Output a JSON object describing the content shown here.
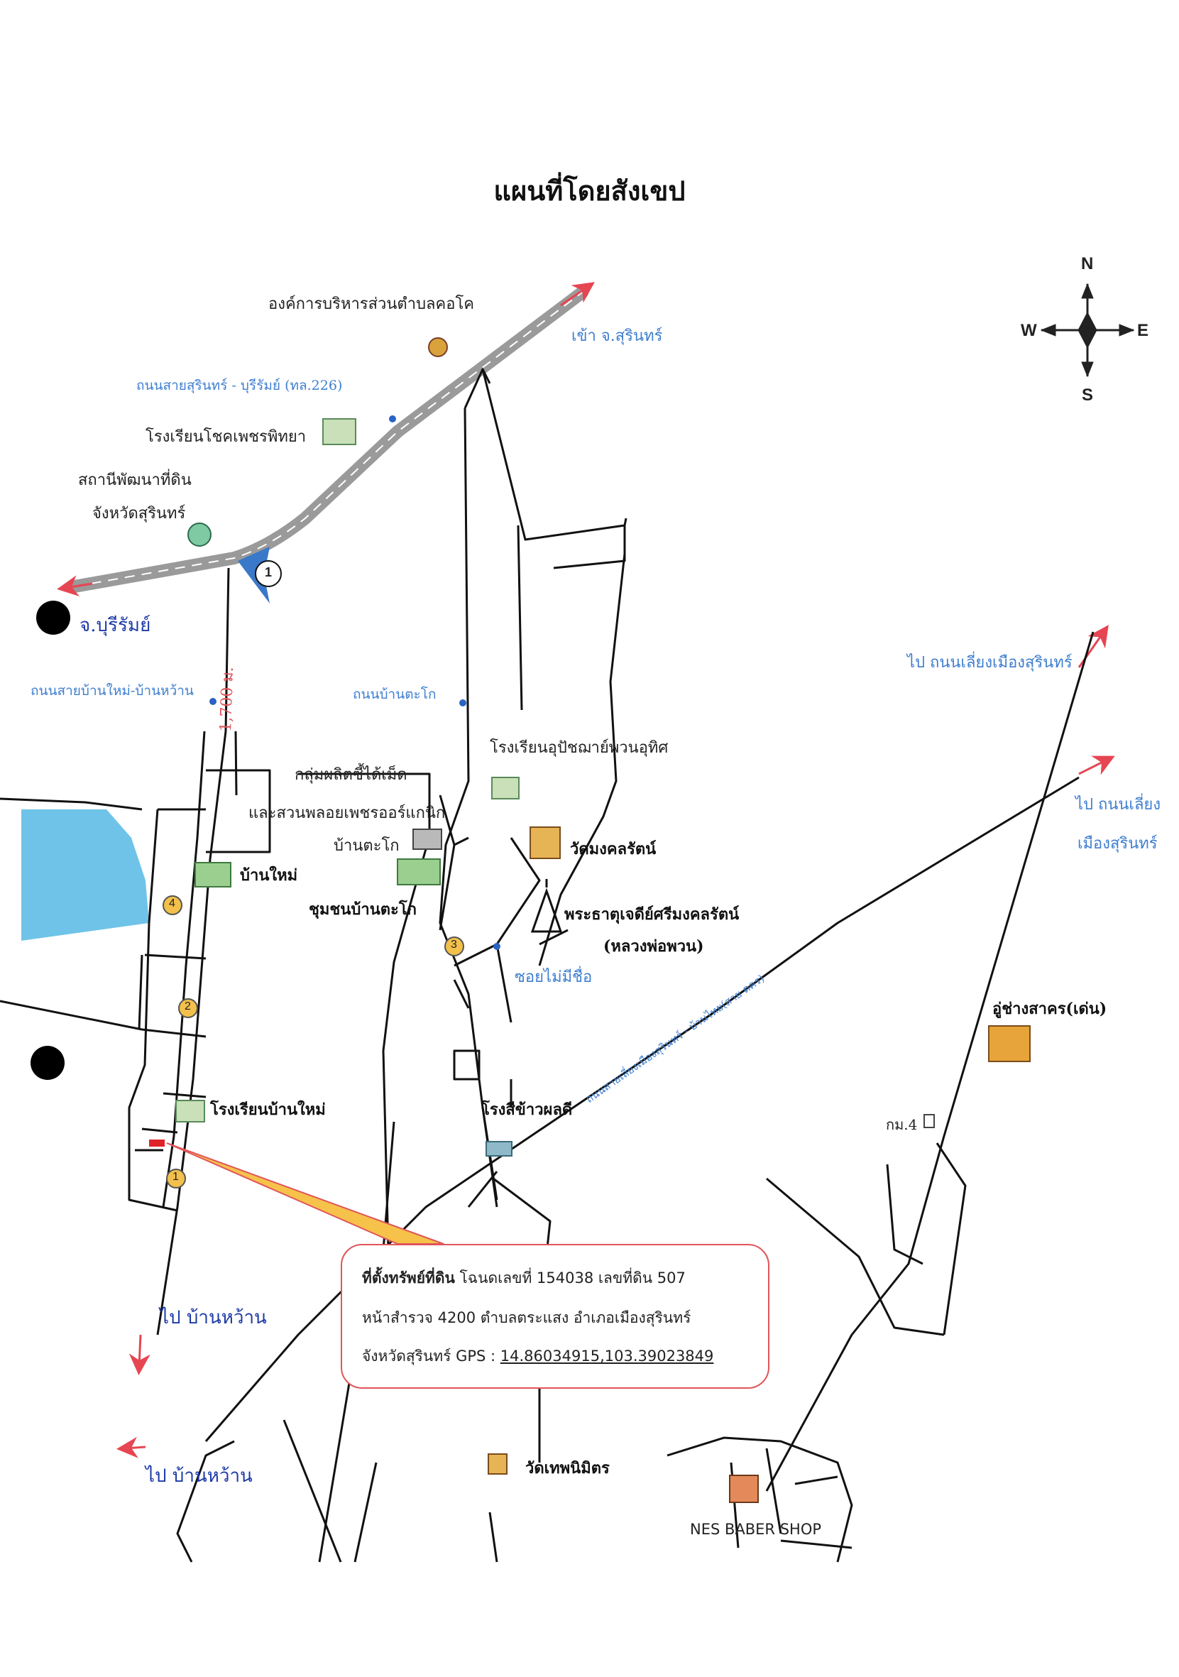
{
  "title": "แผนที่โดยสังเขป",
  "compass": {
    "n": "N",
    "s": "S",
    "e": "E",
    "w": "W"
  },
  "labels": {
    "sao": "องค์การบริหารส่วนตำบลคอโค",
    "to_surin": "เข้า จ.สุรินทร์",
    "hwy226": "ถนนสายสุรินทร์ - บุรีรัมย์ (ทล.226)",
    "chokpet_school": "โรงเรียนโชคเพชรพิทยา",
    "land_dev_1": "สถานีพัฒนาที่ดิน",
    "land_dev_2": "จังหวัดสุรินทร์",
    "to_buriram": "จ.บุรีรัมย์",
    "rd_banmai": "ถนนสายบ้านใหม่-บ้านหว้าน",
    "rd_takor": "ถนนบ้านตะโก",
    "distance": "1,700 ม.",
    "bypass_1": "ไป ถนนเลี่ยงเมืองสุรินทร์",
    "bypass_2a": "ไป ถนนเลี่ยง",
    "bypass_2b": "เมืองสุรินทร์",
    "upatham_school": "โรงเรียนอุปัชฌาย์พวนอุทิศ",
    "group_1": "กลุ่มผลิตซี้ได้เม็ด",
    "group_2": "และสวนพลอยเพชรออร์แกนิก",
    "bantako": "บ้านตะโก",
    "wat_mongkol": "วัดมงคลรัตน์",
    "banmai": "บ้านใหม่",
    "community_takor": "ชุมชนบ้านตะโก",
    "pagoda": "พระธาตุเจดีย์ศรีมงคลรัตน์",
    "luang_por": "(หลวงพ่อพวน)",
    "soi": "ซอยไม่มีชื่อ",
    "bypass_rd": "ถนนสายเลี่ยงเมืองสุรินทร์ - บ้านไทย(สาย ดคร)",
    "garage": "อู่ช่างสาคร(เด่น)",
    "rice_mill": "โรงสีข้าวผลดี",
    "banmai_school": "โรงเรียนบ้านใหม่",
    "km4": "กม.4",
    "to_banwan_1": "ไป บ้านหว้าน",
    "to_banwan_2": "ไป บ้านหว้าน",
    "wat_thep": "วัดเทพนิมิตร",
    "barber": "NES BABER SHOP",
    "marker_1": "1",
    "marker_2": "2",
    "marker_3": "3",
    "marker_4": "4"
  },
  "location_box": {
    "heading": "ที่ตั้งทรัพย์ที่ดิน",
    "line1_rest": "โฉนดเลขที่ 154038 เลขที่ดิน 507",
    "line2": "หน้าสำรวจ 4200  ตำบลตระแสง อำเภอเมืองสุรินทร์",
    "line3_prefix": "จังหวัดสุรินทร์ GPS : ",
    "gps": "14.86034915,103.39023849"
  },
  "colors": {
    "road": "#111111",
    "highway": "#9a9a9a",
    "arrow": "#e64552",
    "water": "#6fc3e8",
    "callout": "#f6c24a",
    "box_border": "#e0555a",
    "marker": "#f2c04b",
    "blue_text": "#3f7fd0"
  }
}
